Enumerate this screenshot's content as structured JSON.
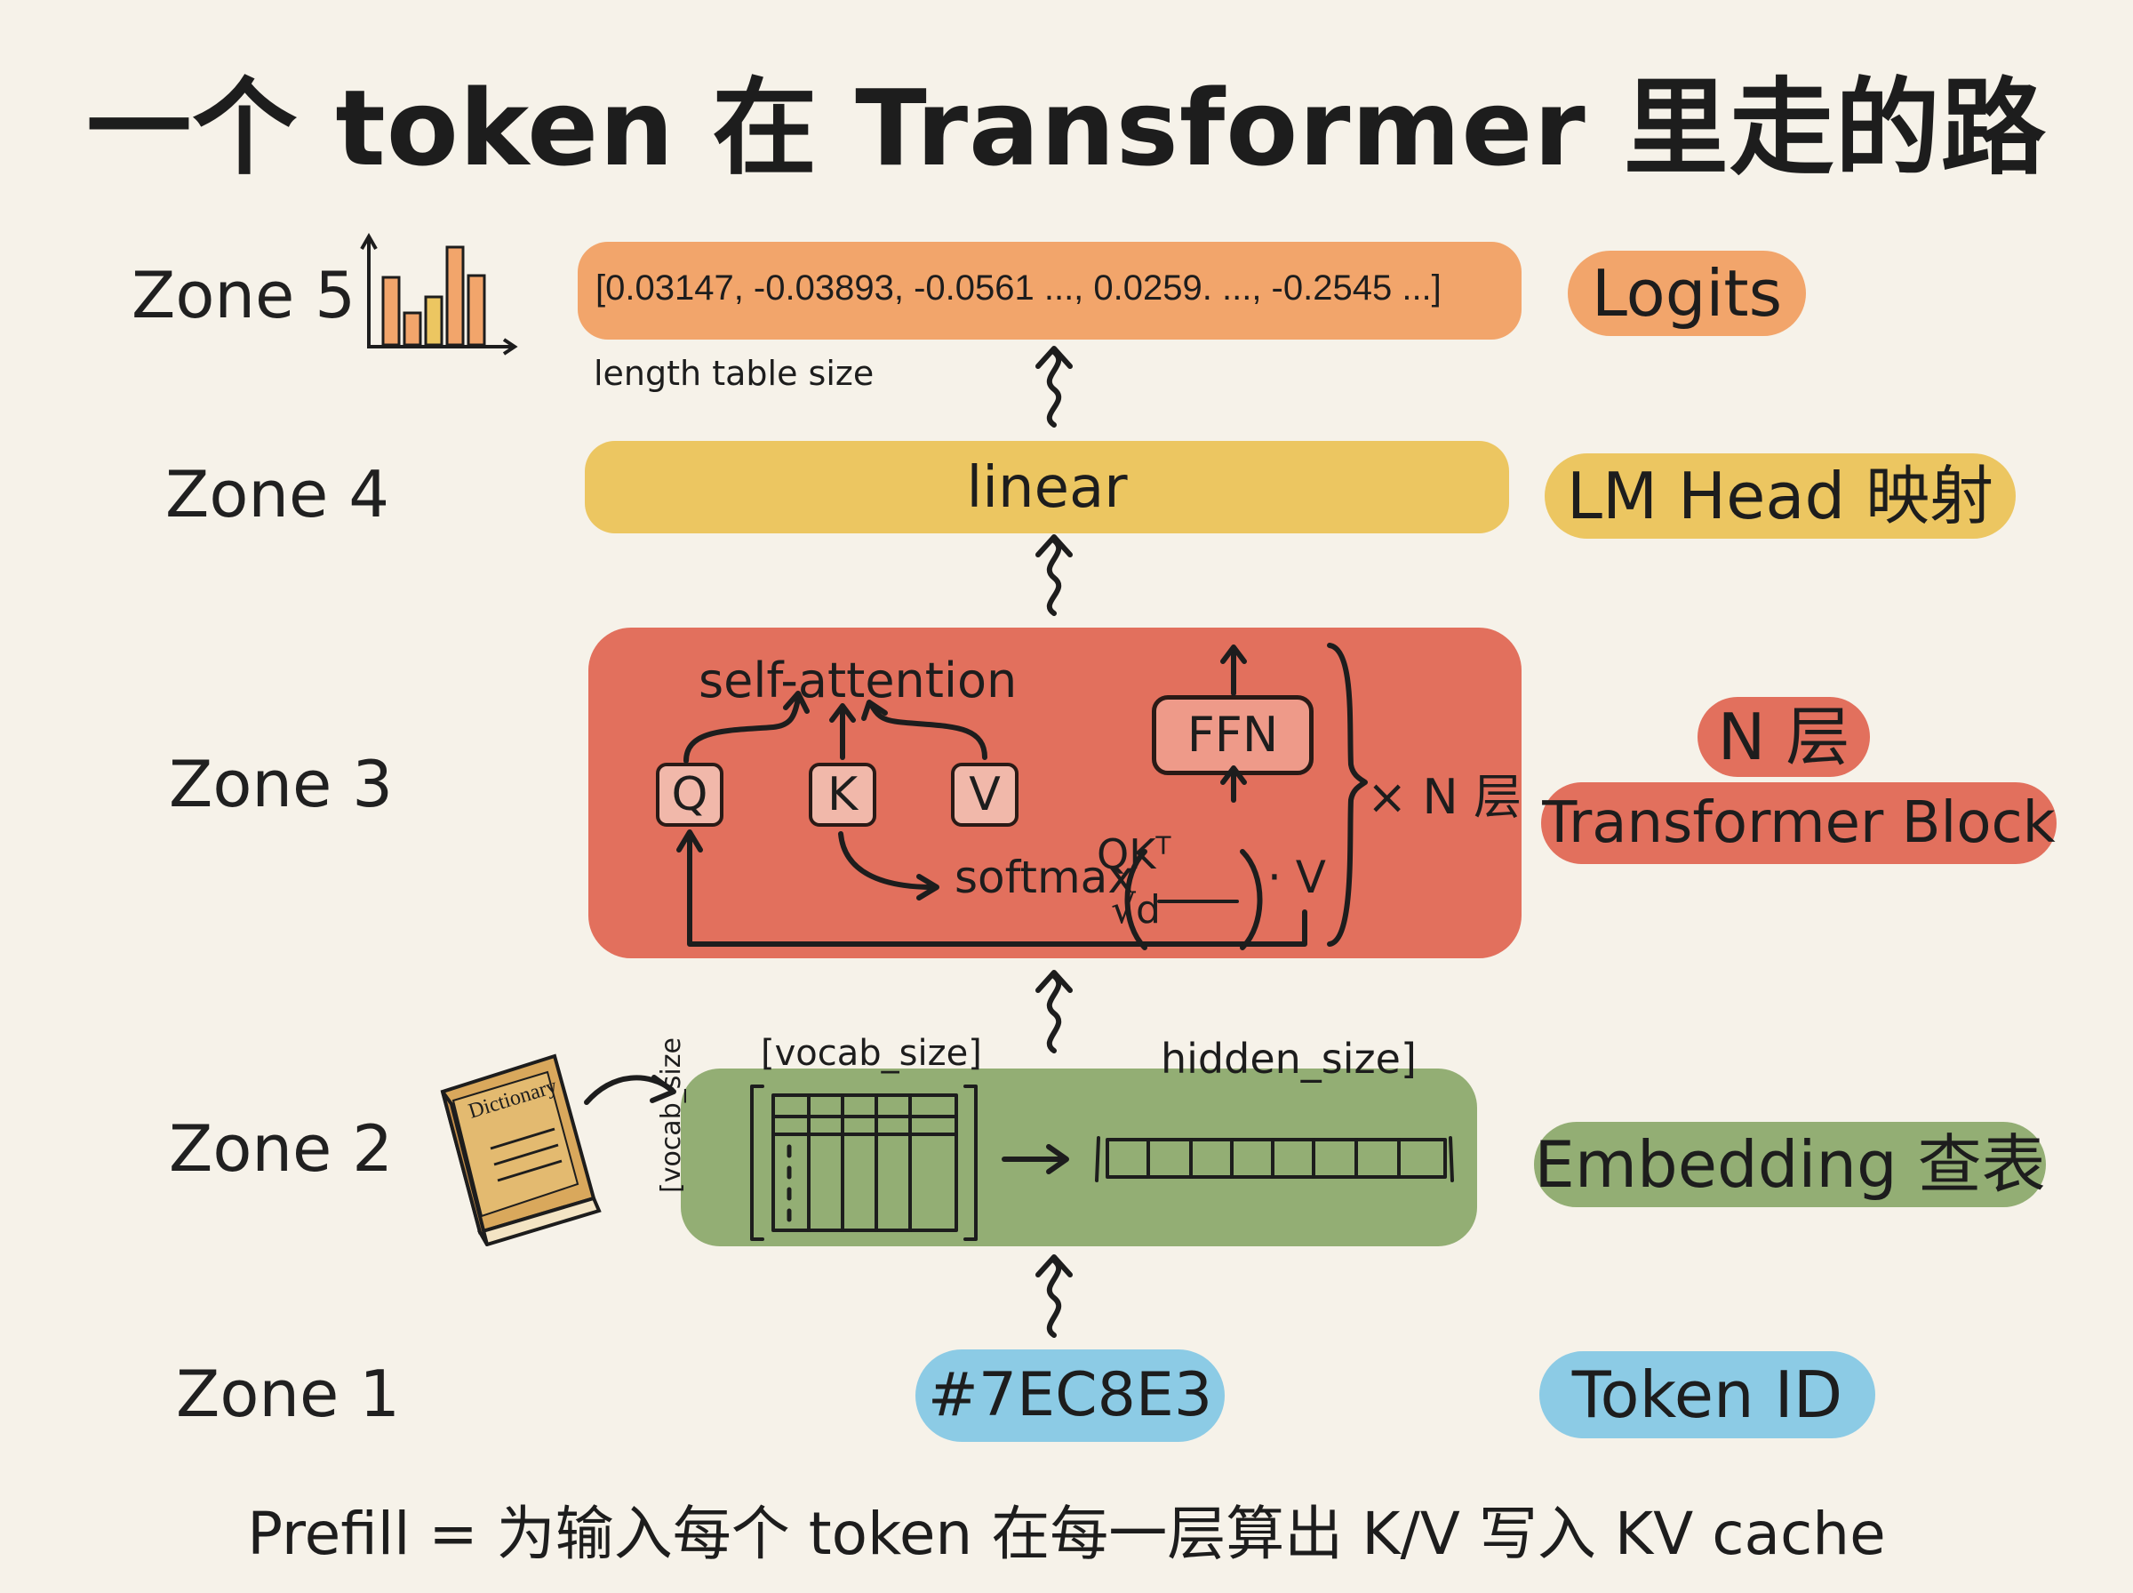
{
  "title": "一个 token 在 Transformer 里走的路",
  "zones": {
    "z5": "Zone 5",
    "z4": "Zone 4",
    "z3": "Zone 3",
    "z2": "Zone 2",
    "z1": "Zone 1"
  },
  "logits": {
    "vector_text": "[0.03147, -0.03893, -0.0561 ..., 0.0259. ..., -0.2545 ...]",
    "caption": "length table size",
    "tag": "Logits"
  },
  "lm_head": {
    "band_label": "linear",
    "tag": "LM Head 映射"
  },
  "transformer": {
    "self_attention": "self-attention",
    "q": "Q",
    "k": "K",
    "v": "V",
    "ffn": "FFN",
    "softmax": "softmax",
    "numerator": "QK",
    "superscript": "T",
    "denominator": "√d",
    "times_v": "· V",
    "repeat": "× N 层",
    "tag_top": "N 层",
    "tag_bottom": "Transformer Block"
  },
  "embedding": {
    "book_label": "Dictionary",
    "top_label": "[vocab_size]",
    "side_label": "[vocab_size",
    "hidden_label": "hidden_size]",
    "tag": "Embedding 查表"
  },
  "token": {
    "value": "#7EC8E3",
    "tag": "Token ID"
  },
  "footer": "Prefill = 为输入每个 token 在每一层算出 K/V 写入 KV cache",
  "colors": {
    "background": "#f6f2e9",
    "logits": "#f2a56b",
    "lm_head": "#ecc661",
    "transformer": "#e2705d",
    "embedding": "#93ae74",
    "token": "#8ccbe5",
    "ink": "#1d1d1d"
  }
}
